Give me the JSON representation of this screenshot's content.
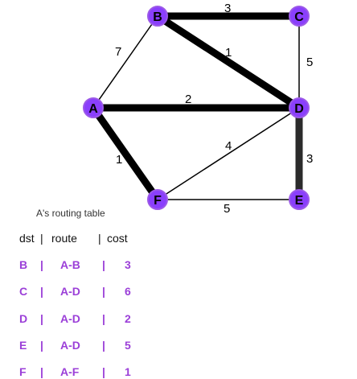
{
  "graph": {
    "node_color": "#8a3ffc",
    "nodes": [
      {
        "id": "B",
        "label": "B"
      },
      {
        "id": "C",
        "label": "C"
      },
      {
        "id": "A",
        "label": "A"
      },
      {
        "id": "D",
        "label": "D"
      },
      {
        "id": "F",
        "label": "F"
      },
      {
        "id": "E",
        "label": "E"
      }
    ],
    "edges": [
      {
        "from": "B",
        "to": "C",
        "weight": "3",
        "highlighted": true
      },
      {
        "from": "A",
        "to": "B",
        "weight": "7",
        "highlighted": false
      },
      {
        "from": "B",
        "to": "D",
        "weight": "1",
        "highlighted": true
      },
      {
        "from": "C",
        "to": "D",
        "weight": "5",
        "highlighted": false
      },
      {
        "from": "A",
        "to": "D",
        "weight": "2",
        "highlighted": true
      },
      {
        "from": "A",
        "to": "F",
        "weight": "1",
        "highlighted": true
      },
      {
        "from": "F",
        "to": "D",
        "weight": "4",
        "highlighted": false
      },
      {
        "from": "D",
        "to": "E",
        "weight": "3",
        "highlighted": true
      },
      {
        "from": "F",
        "to": "E",
        "weight": "5",
        "highlighted": false
      }
    ]
  },
  "routing_table": {
    "title": "A's routing table",
    "headers": {
      "dst": "dst",
      "route": "route",
      "cost": "cost",
      "sep": "|"
    },
    "row_color": "#9b3fd8",
    "rows": [
      {
        "dst": "B",
        "route": "A-B",
        "cost": "3"
      },
      {
        "dst": "C",
        "route": "A-D",
        "cost": "6"
      },
      {
        "dst": "D",
        "route": "A-D",
        "cost": "2"
      },
      {
        "dst": "E",
        "route": "A-D",
        "cost": "5"
      },
      {
        "dst": "F",
        "route": "A-F",
        "cost": "1"
      }
    ]
  }
}
